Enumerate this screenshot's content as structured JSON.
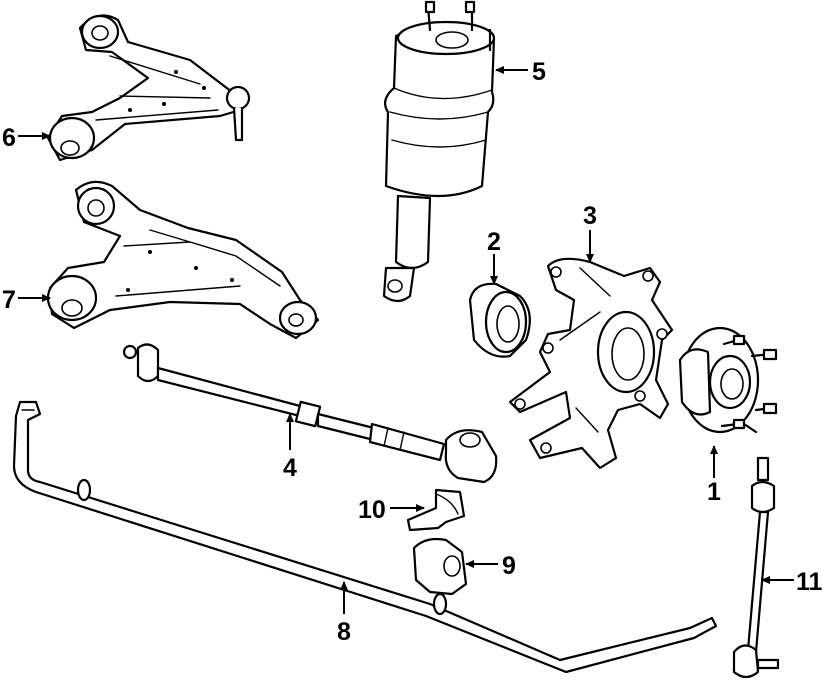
{
  "diagram": {
    "callouts": {
      "c1": "1",
      "c2": "2",
      "c3": "3",
      "c4": "4",
      "c5": "5",
      "c6": "6",
      "c7": "7",
      "c8": "8",
      "c9": "9",
      "c10": "10",
      "c11": "11"
    },
    "colors": {
      "line": "#000000",
      "background": "#ffffff"
    }
  }
}
